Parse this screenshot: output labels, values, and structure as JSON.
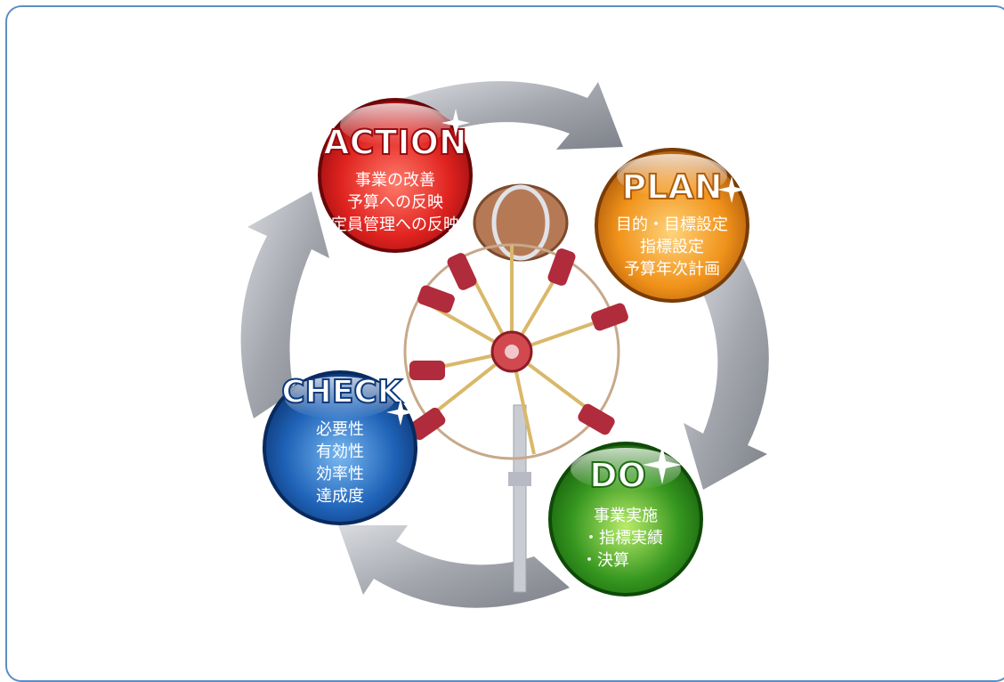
{
  "cycle": {
    "action": {
      "title": "ACTION",
      "lines": [
        "事業の改善",
        "予算への反映",
        "定員管理への反映"
      ],
      "color": "#d8151b"
    },
    "plan": {
      "title": "PLAN",
      "lines": [
        "目的・目標設定",
        "指標設定",
        "予算年次計画"
      ],
      "color": "#ec8a16"
    },
    "check": {
      "title": "CHECK",
      "lines": [
        "必要性",
        "有効性",
        "効率性",
        "達成度"
      ],
      "color": "#1b5fb0"
    },
    "do": {
      "title": "DO",
      "lines": [
        "事業実施",
        "・指標実績",
        "・決算"
      ],
      "color": "#2f8f1f"
    }
  },
  "colors": {
    "frame": "#5b8fc3",
    "arrow": "#a9acb3"
  }
}
